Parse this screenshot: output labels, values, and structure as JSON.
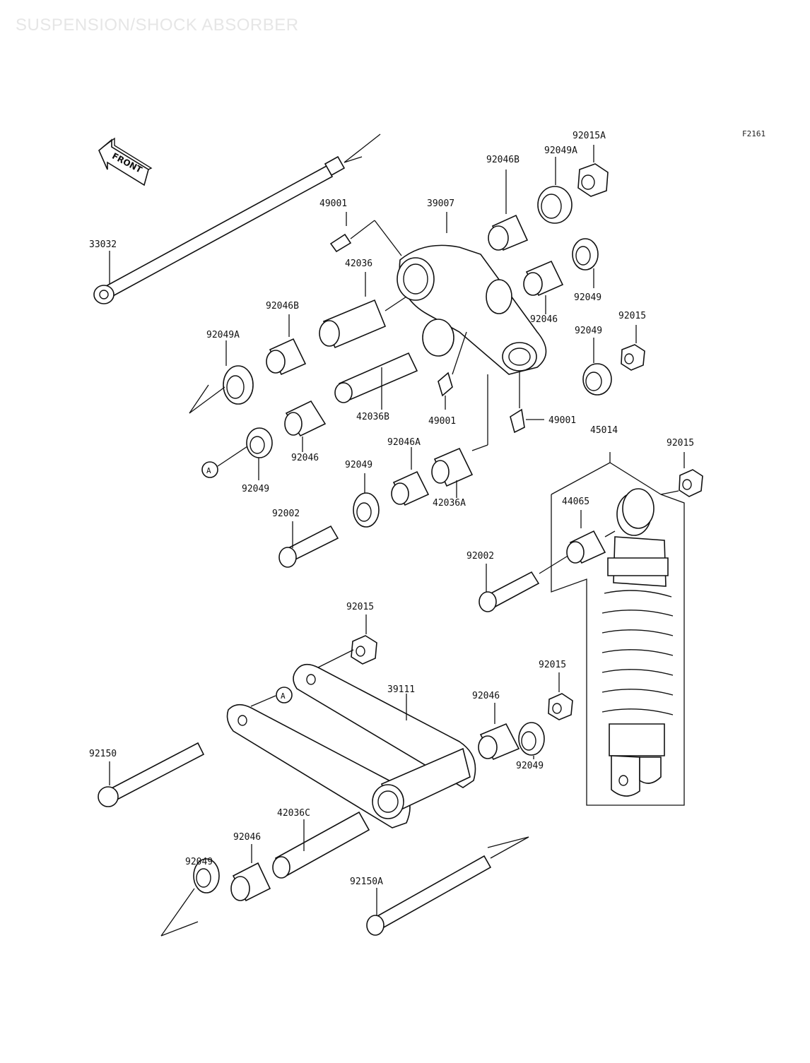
{
  "title": "SUSPENSION/SHOCK ABSORBER",
  "figure_code": "F2161",
  "front_label": "FRONT",
  "ref_mark": "A",
  "labels": {
    "l33032": "33032",
    "l49001a": "49001",
    "l39007": "39007",
    "l92046b_top": "92046B",
    "l92049a_top": "92049A",
    "l92015a": "92015A",
    "l42036": "42036",
    "l92046b_left": "92046B",
    "l92049a_left": "92049A",
    "l92049_r1": "92049",
    "l92046_r": "92046",
    "l92015_r": "92015",
    "l92049_r2": "92049",
    "l42036b": "42036B",
    "l49001b": "49001",
    "l49001c": "49001",
    "l92046_l": "92046",
    "l92049_l": "92049",
    "l92046a": "92046A",
    "l92049_m": "92049",
    "l42036a": "42036A",
    "l92002_l": "92002",
    "l45014": "45014",
    "l92015_s": "92015",
    "l44065": "44065",
    "l92002_r": "92002",
    "l92015_b": "92015",
    "l39111": "39111",
    "l92015_b2": "92015",
    "l92046_b": "92046",
    "l92049_b": "92049",
    "l92150": "92150",
    "l42036c": "42036C",
    "l92046_b2": "92046",
    "l92049_b2": "92049",
    "l92150a": "92150A"
  }
}
